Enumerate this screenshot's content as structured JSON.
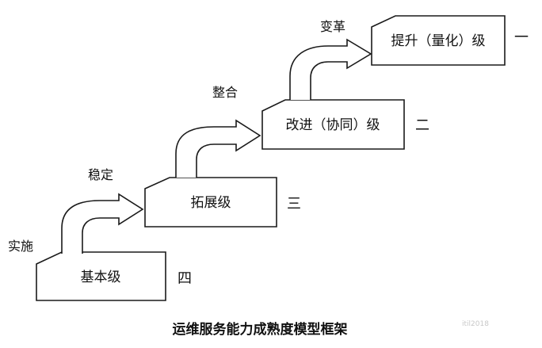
{
  "diagram": {
    "caption": "运维服务能力成熟度模型框架",
    "levels": [
      {
        "name": "基本级",
        "order": "四"
      },
      {
        "name": "拓展级",
        "order": "三"
      },
      {
        "name": "改进（协同）级",
        "order": "二"
      },
      {
        "name": "提升（量化）级",
        "order": "一"
      }
    ],
    "transitions": [
      "实施",
      "稳定",
      "整合",
      "变革"
    ],
    "watermark": "itil2018"
  },
  "colors": {
    "stroke": "#1a1a1a",
    "fill": "#ffffff",
    "text": "#111111"
  }
}
